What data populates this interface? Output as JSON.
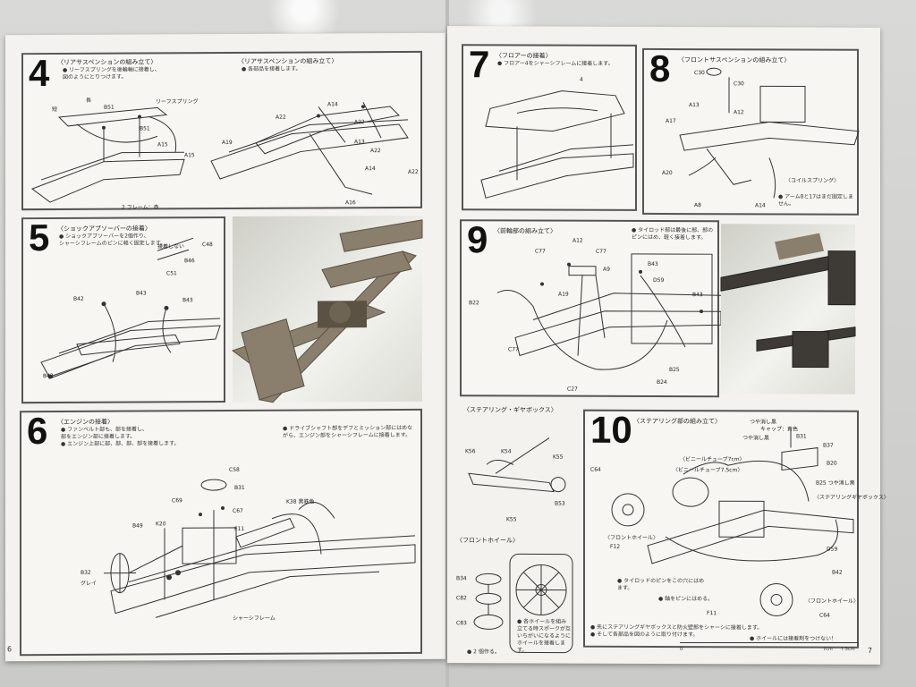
{
  "steps": {
    "s4": {
      "number": "4",
      "title": "〈リアサスペンションの組み立て〉",
      "note": "● リーフスプリングを後輪軸に接着し、\n図のようにとりつけます。",
      "title_b": "〈リアサスペンションの組み立て〉",
      "note_b": "● 各部品を接着します。",
      "labels": [
        "短",
        "長",
        "B51",
        "B51",
        "リーフスプリング",
        "A15",
        "A15",
        "2 フレーム：赤",
        "A22",
        "A14",
        "A19",
        "A22",
        "A13",
        "A22",
        "A14",
        "A16",
        "A22"
      ]
    },
    "s5": {
      "number": "5",
      "title": "〈ショックアブソーバーの接着〉",
      "note": "● ショックアブソーバーを2個作り、\nシャーシフレームのピンに軽く固定します。",
      "labels": [
        "接着しない",
        "C48",
        "B46",
        "C51",
        "B42",
        "B43",
        "B43",
        "B43"
      ]
    },
    "s6": {
      "number": "6",
      "title": "〈エンジンの接着〉",
      "note": "● ファンベルト部も、部を接着し、\n部をエンジン部に接着します。\n● エンジン上部に部、部、部、部を接着します。",
      "note_b": "● ドライブシャフト部をデフとミッション部にはめながら、エンジン部をシャーシフレームに接着します。",
      "labels": [
        "C58",
        "B31",
        "C69",
        "C67",
        "B49",
        "K20",
        "F11",
        "K38 黒鉄色",
        "B32",
        "グレイ",
        "シャーシフレーム"
      ]
    },
    "s7": {
      "number": "7",
      "title": "〈フロアーの接着〉",
      "note": "● フロアー4をシャーシフレームに接着します。",
      "labels": [
        "4"
      ]
    },
    "s8": {
      "number": "8",
      "title": "〈フロントサスペンションの組み立て〉",
      "labels": [
        "C30",
        "C30",
        "A13",
        "A12",
        "A17",
        "A20",
        "A8",
        "A14",
        "〈コイルスプリング〉",
        "● アーム8と17はまだ固定しません。"
      ]
    },
    "s9": {
      "number": "9",
      "title": "〈前輪部の組み立て〉",
      "note": "● タイロッド部は最後に部、部のピンにはめ、軽く接着します。",
      "labels": [
        "A12",
        "C77",
        "C77",
        "A9",
        "B43",
        "D59",
        "B22",
        "A19",
        "B43",
        "C77",
        "B25",
        "B24",
        "C27"
      ]
    },
    "steering": {
      "title": "〈ステアリング・ギヤボックス〉",
      "labels": [
        "K56",
        "K54",
        "K55",
        "B53",
        "K55"
      ]
    },
    "front_wheel": {
      "title": "〈フロントホイール〉",
      "labels": [
        "B34",
        "C82",
        "C83"
      ],
      "note": "● 2 個作る。",
      "note_b": "● 各ホイールを組み立てる時スポークが互いちがいになるようにホイールを接着します。"
    },
    "s10": {
      "number": "10",
      "title": "〈ステアリング部の組み立て〉",
      "labels": [
        "つや消し黒",
        "キャップ：黄色",
        "つや消し黒",
        "B31",
        "B37",
        "B20",
        "B25 つや消し黒",
        "〈ステアリングギヤボックス〉",
        "C64",
        "〈ビニールチューブ7cm〉",
        "〈ビニールチューブ7.5cm〉",
        "〈フロントホイール〉",
        "F12",
        "D59",
        "B42",
        "● タイロッドのピンをこの穴にはめます。",
        "● 軸をピンにはめる。",
        "〈フロントホイール〉",
        "F11",
        "C64"
      ],
      "note": "● 先にステアリングギヤボックスと防火壁部をシャーシに接着します。\n● そして各部品を図のように取り付けます。",
      "note_b": "● ホイールには接着剤をつけない！"
    }
  },
  "page_numbers": {
    "left": "6",
    "right": "7"
  },
  "ruler": {
    "labels": [
      "0",
      "7cm",
      "7.5cm"
    ]
  }
}
